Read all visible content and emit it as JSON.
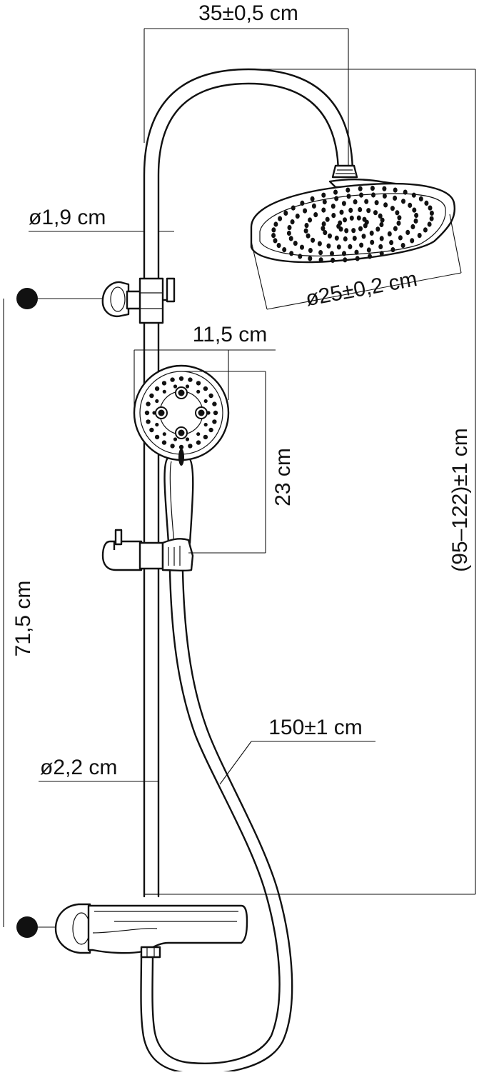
{
  "diagram": {
    "subject": "shower-column-dimension-drawing",
    "colors": {
      "line": "#111111",
      "background": "#ffffff"
    },
    "dimensions": {
      "head_reach": "35±0,5 cm",
      "upper_pipe_diameter": "ø1,9 cm",
      "head_diameter": "ø25±0,2 cm",
      "hand_shower_width": "11,5 cm",
      "hand_shower_length": "23 cm",
      "height_range": "(95–122)±1 cm",
      "mount_spacing": "71,5 cm",
      "hose_length": "150±1 cm",
      "lower_pipe_diameter": "ø2,2 cm"
    }
  }
}
